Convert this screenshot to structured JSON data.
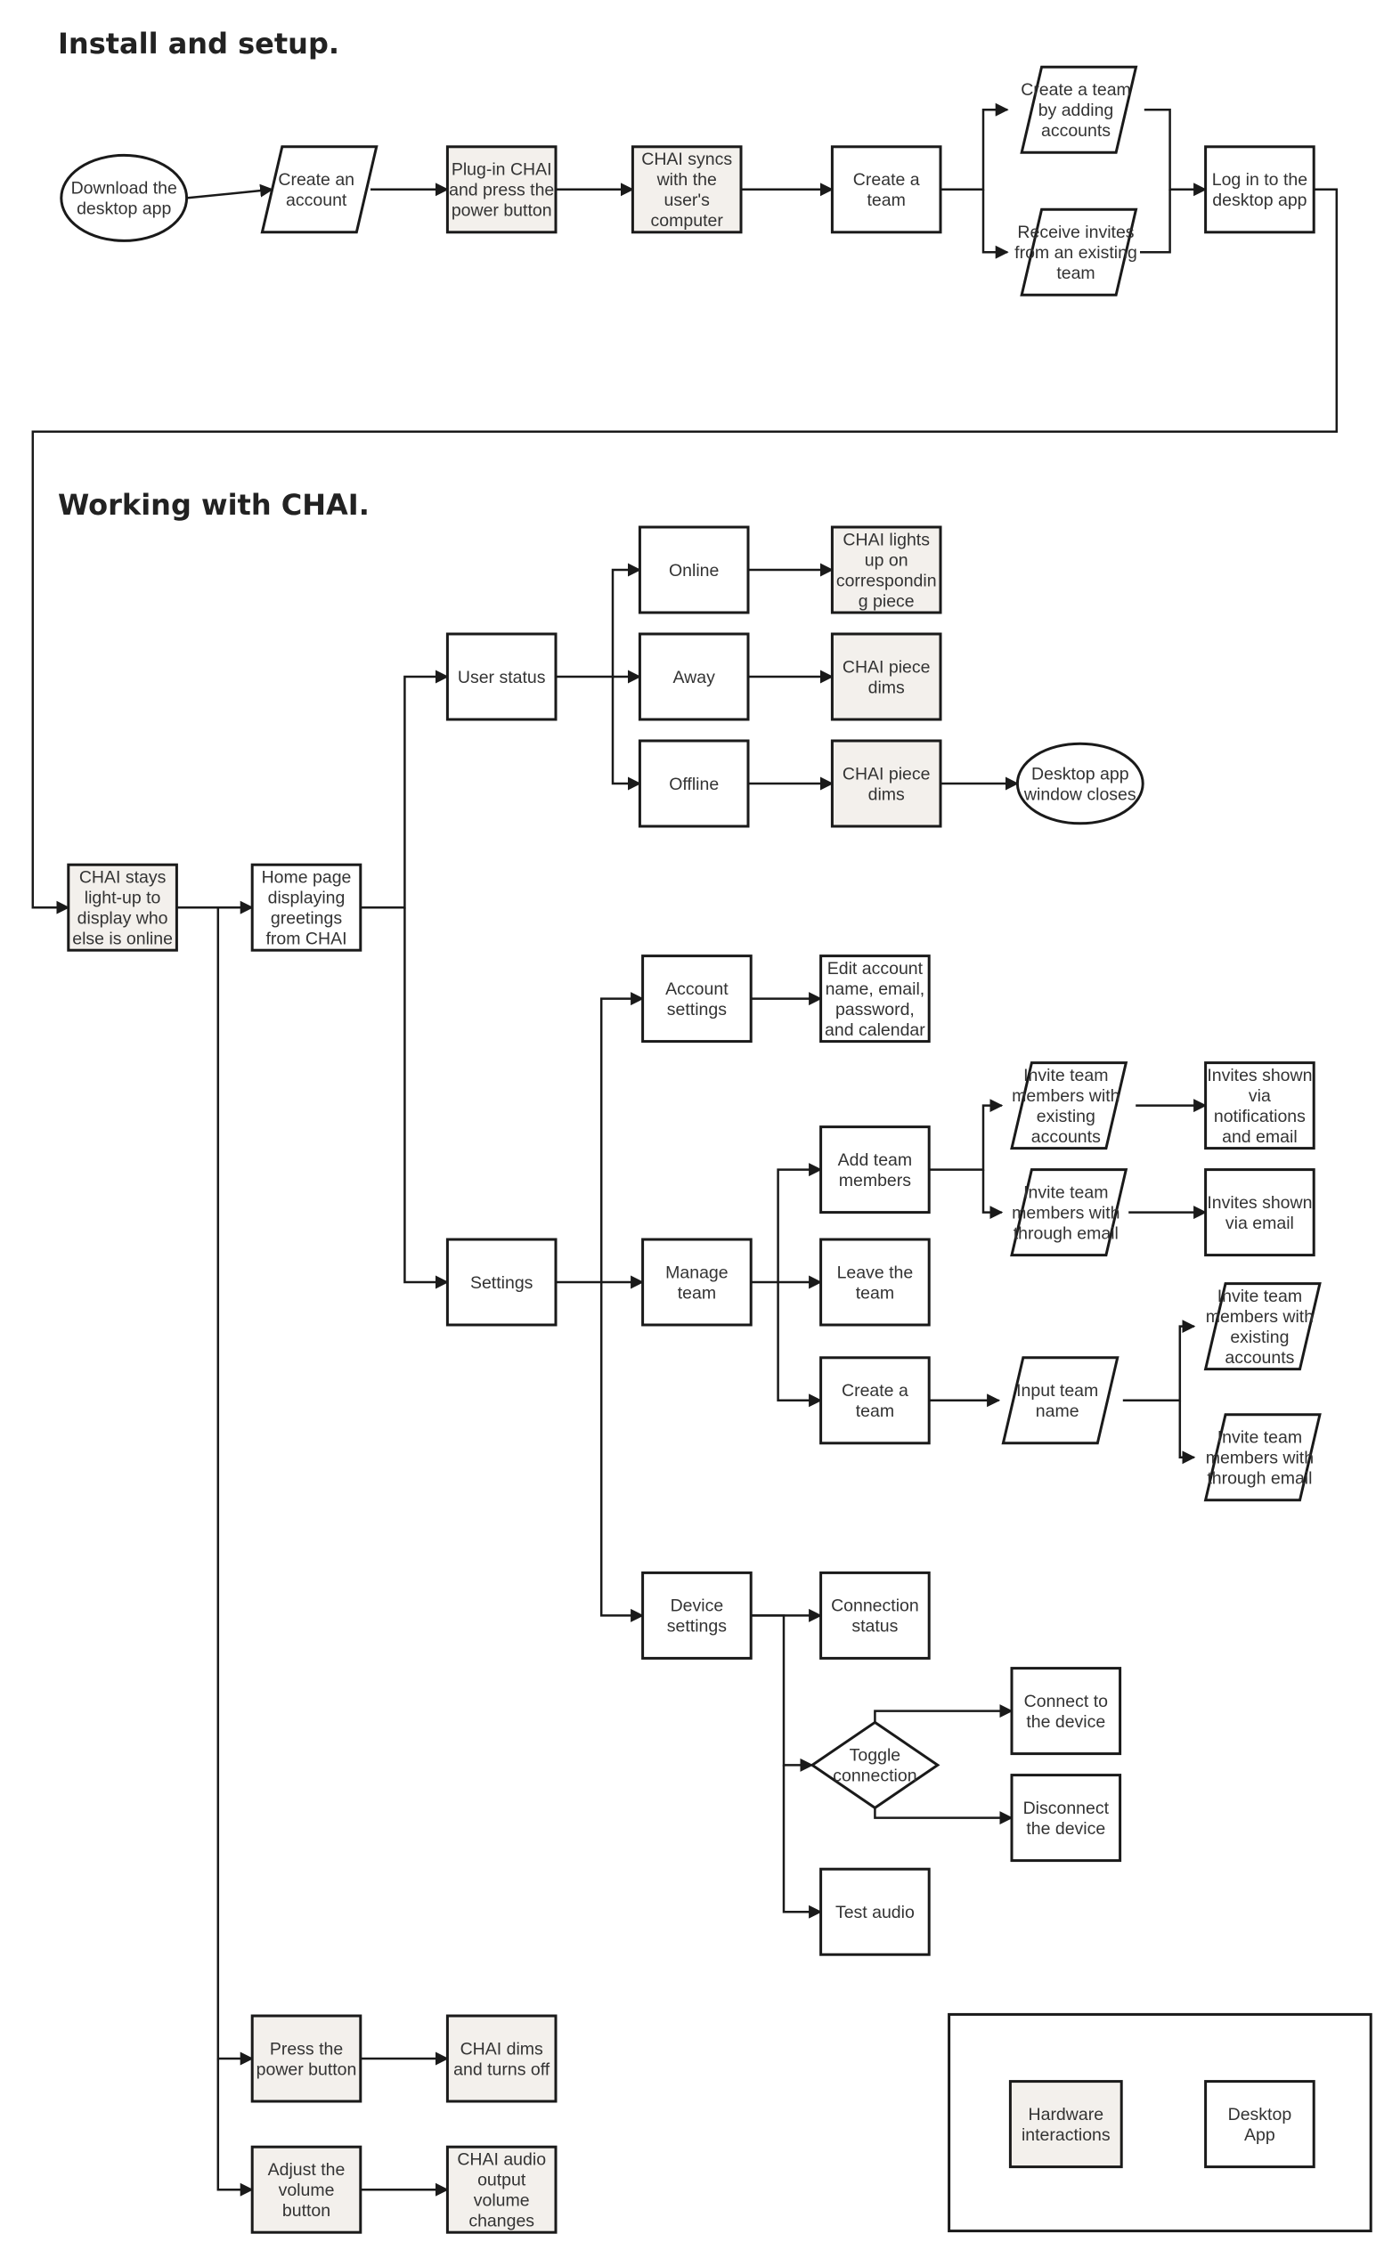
{
  "sections": {
    "install_title": "Install and setup.",
    "working_title": "Working with CHAI."
  },
  "colors": {
    "hardware_fill": "#f3f0ec",
    "app_fill": "#ffffff",
    "stroke": "#1a1a1a",
    "text": "#333333"
  },
  "nodes": {
    "download": {
      "lines": [
        "Download the",
        "desktop app"
      ],
      "shape": "ellipse",
      "kind": "app"
    },
    "create_account": {
      "lines": [
        "Create an",
        "account"
      ],
      "shape": "parallelogram",
      "kind": "app"
    },
    "plugin": {
      "lines": [
        "Plug-in CHAI",
        "and press the",
        "power button"
      ],
      "shape": "rect",
      "kind": "hardware"
    },
    "chai_syncs": {
      "lines": [
        "CHAI syncs",
        "with the",
        "user's",
        "computer"
      ],
      "shape": "rect",
      "kind": "hardware"
    },
    "create_team_1": {
      "lines": [
        "Create a",
        "team"
      ],
      "shape": "rect",
      "kind": "app"
    },
    "create_team_adding": {
      "lines": [
        "Create a team",
        "by adding",
        "accounts"
      ],
      "shape": "parallelogram",
      "kind": "app"
    },
    "receive_invites": {
      "lines": [
        "Receive invites",
        "from an existing",
        "team"
      ],
      "shape": "parallelogram",
      "kind": "app"
    },
    "log_in": {
      "lines": [
        "Log in to the",
        "desktop app"
      ],
      "shape": "rect",
      "kind": "app"
    },
    "chai_stays": {
      "lines": [
        "CHAI stays",
        "light-up to",
        "display who",
        "else is online"
      ],
      "shape": "rect",
      "kind": "hardware"
    },
    "home_page": {
      "lines": [
        "Home page",
        "displaying",
        "greetings",
        "from CHAI"
      ],
      "shape": "rect",
      "kind": "app"
    },
    "user_status": {
      "lines": [
        "User status"
      ],
      "shape": "rect",
      "kind": "app"
    },
    "online": {
      "lines": [
        "Online"
      ],
      "shape": "rect",
      "kind": "app"
    },
    "away": {
      "lines": [
        "Away"
      ],
      "shape": "rect",
      "kind": "app"
    },
    "offline": {
      "lines": [
        "Offline"
      ],
      "shape": "rect",
      "kind": "app"
    },
    "chai_lights": {
      "lines": [
        "CHAI lights",
        "up on",
        "correspondin",
        "g piece"
      ],
      "shape": "rect",
      "kind": "hardware"
    },
    "chai_dims_away": {
      "lines": [
        "CHAI piece",
        "dims"
      ],
      "shape": "rect",
      "kind": "hardware"
    },
    "chai_dims_offline": {
      "lines": [
        "CHAI piece",
        "dims"
      ],
      "shape": "rect",
      "kind": "hardware"
    },
    "window_closes": {
      "lines": [
        "Desktop app",
        "window closes"
      ],
      "shape": "ellipse",
      "kind": "app"
    },
    "settings": {
      "lines": [
        "Settings"
      ],
      "shape": "rect",
      "kind": "app"
    },
    "account_settings": {
      "lines": [
        "Account",
        "settings"
      ],
      "shape": "rect",
      "kind": "app"
    },
    "edit_account": {
      "lines": [
        "Edit account",
        "name, email,",
        "password,",
        "and calendar"
      ],
      "shape": "rect",
      "kind": "app"
    },
    "manage_team": {
      "lines": [
        "Manage",
        "team"
      ],
      "shape": "rect",
      "kind": "app"
    },
    "add_members": {
      "lines": [
        "Add team",
        "members"
      ],
      "shape": "rect",
      "kind": "app"
    },
    "leave_team": {
      "lines": [
        "Leave the",
        "team"
      ],
      "shape": "rect",
      "kind": "app"
    },
    "create_team_2": {
      "lines": [
        "Create a",
        "team"
      ],
      "shape": "rect",
      "kind": "app"
    },
    "invite_existing_1": {
      "lines": [
        "Invite team",
        "members with",
        "existing",
        "accounts"
      ],
      "shape": "parallelogram",
      "kind": "app"
    },
    "invite_email_1": {
      "lines": [
        "Invite team",
        "members with",
        "through email"
      ],
      "shape": "parallelogram",
      "kind": "app"
    },
    "invites_notif": {
      "lines": [
        "Invites shown",
        "via",
        "notifications",
        "and email"
      ],
      "shape": "rect",
      "kind": "app"
    },
    "invites_email": {
      "lines": [
        "Invites shown",
        "via email"
      ],
      "shape": "rect",
      "kind": "app"
    },
    "input_team_name": {
      "lines": [
        "Input team",
        "name"
      ],
      "shape": "parallelogram",
      "kind": "app"
    },
    "invite_existing_2": {
      "lines": [
        "Invite team",
        "members with",
        "existing",
        "accounts"
      ],
      "shape": "parallelogram",
      "kind": "app"
    },
    "invite_email_2": {
      "lines": [
        "Invite team",
        "members with",
        "through email"
      ],
      "shape": "parallelogram",
      "kind": "app"
    },
    "device_settings": {
      "lines": [
        "Device",
        "settings"
      ],
      "shape": "rect",
      "kind": "app"
    },
    "connection_status": {
      "lines": [
        "Connection",
        "status"
      ],
      "shape": "rect",
      "kind": "app"
    },
    "toggle_connection": {
      "lines": [
        "Toggle",
        "connection"
      ],
      "shape": "diamond",
      "kind": "app"
    },
    "connect_device": {
      "lines": [
        "Connect to",
        "the device"
      ],
      "shape": "rect",
      "kind": "app"
    },
    "disconnect_device": {
      "lines": [
        "Disconnect",
        "the device"
      ],
      "shape": "rect",
      "kind": "app"
    },
    "test_audio": {
      "lines": [
        "Test audio"
      ],
      "shape": "rect",
      "kind": "app"
    },
    "press_power": {
      "lines": [
        "Press the",
        "power button"
      ],
      "shape": "rect",
      "kind": "hardware"
    },
    "chai_dims_off": {
      "lines": [
        "CHAI dims",
        "and turns off"
      ],
      "shape": "rect",
      "kind": "hardware"
    },
    "adjust_volume": {
      "lines": [
        "Adjust the",
        "volume",
        "button"
      ],
      "shape": "rect",
      "kind": "hardware"
    },
    "chai_audio": {
      "lines": [
        "CHAI audio",
        "output",
        "volume",
        "changes"
      ],
      "shape": "rect",
      "kind": "hardware"
    }
  },
  "legend": {
    "hardware_label": [
      "Hardware",
      "interactions"
    ],
    "app_label": [
      "Desktop",
      "App"
    ]
  }
}
